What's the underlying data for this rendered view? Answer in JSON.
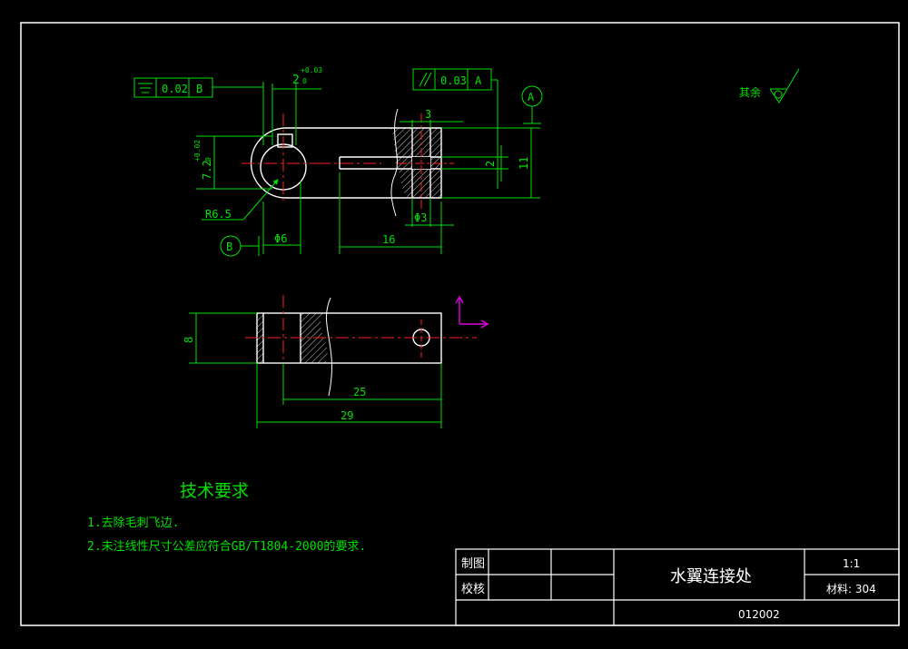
{
  "drawing": {
    "roughness": "其余",
    "flatness_tol": "0.02",
    "flatness_datum": "B",
    "parallel_tol": "0.03",
    "parallel_datum": "A",
    "datum_a": "A",
    "datum_b": "B",
    "dim_slot_width": "2",
    "dim_slot_tol_upper": "+0.03",
    "dim_slot_tol_lower": "0",
    "dim_keyway": "7.2",
    "dim_keyway_tol_upper": "+0.02",
    "dim_keyway_tol_lower": "0",
    "dim_radius": "R6.5",
    "dim_bore": "Φ6",
    "dim_length_16": "16",
    "dim_3": "3",
    "dim_hole": "Φ3",
    "dim_2": "2",
    "dim_11": "11",
    "dim_8": "8",
    "dim_25": "25",
    "dim_29": "29"
  },
  "notes": {
    "title": "技术要求",
    "line1": "1.去除毛刺飞边.",
    "line2": "2.未注线性尺寸公差应符合GB/T1804-2000的要求."
  },
  "title_block": {
    "drawn_label": "制图",
    "check_label": "校核",
    "part_name": "水翼连接处",
    "scale": "1:1",
    "material": "材料: 304",
    "drawing_no": "012002"
  }
}
